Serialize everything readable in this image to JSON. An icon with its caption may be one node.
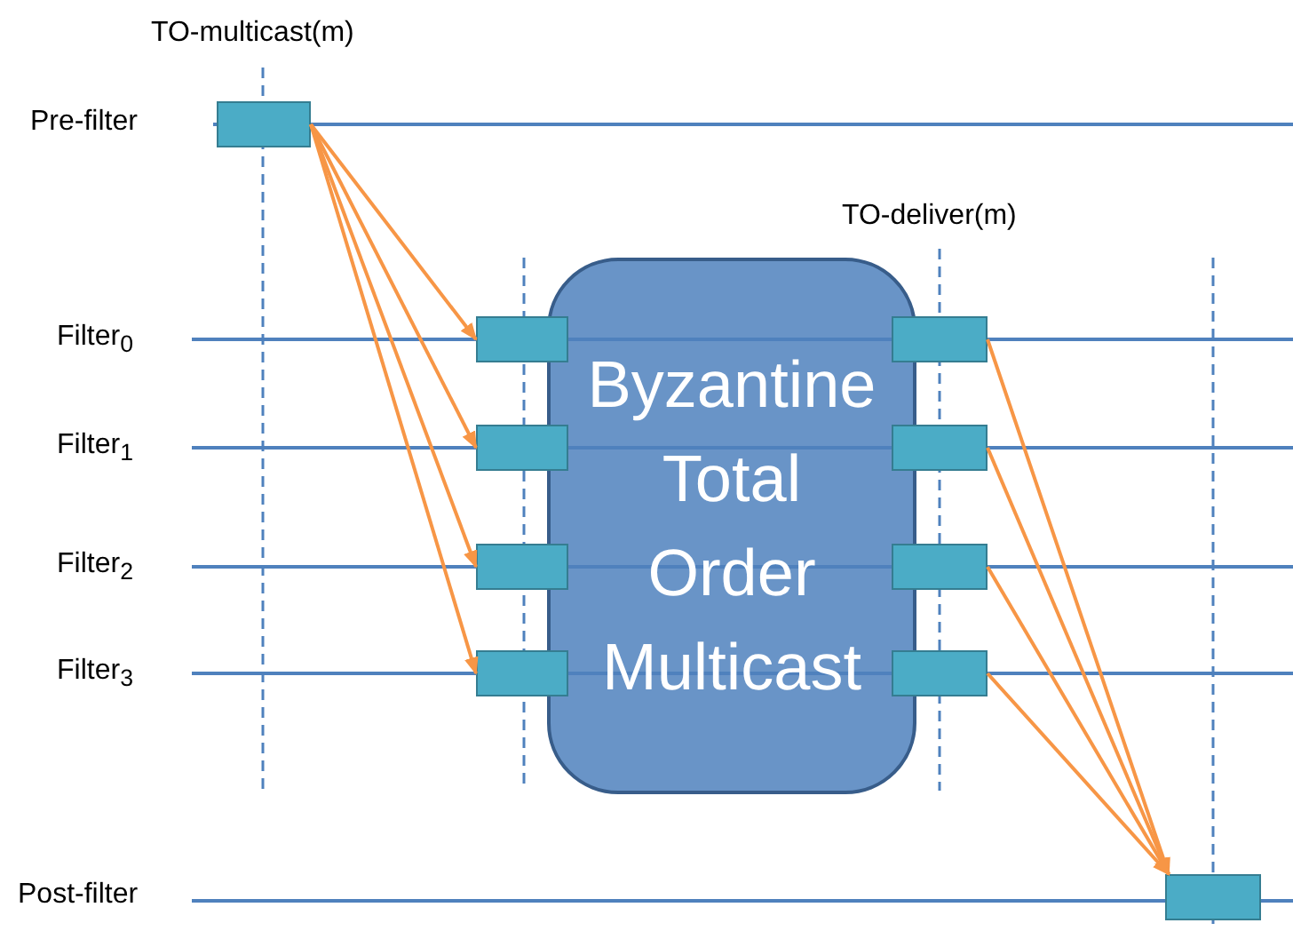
{
  "diagram": {
    "nodes": [
      {
        "text": [],
        "shape": "box"
      },
      {
        "text": [],
        "shape": "box"
      },
      {
        "text": [],
        "shape": "box"
      },
      {
        "text": [],
        "shape": "box"
      },
      {
        "text": [],
        "shape": "box"
      },
      {
        "text": [
          "Byzantine Total Order Multicast"
        ]
      },
      {
        "text": [],
        "shape": "box"
      },
      {
        "text": [],
        "shape": "box"
      },
      {
        "text": [],
        "shape": "box"
      },
      {
        "text": [],
        "shape": "box"
      },
      {
        "text": [],
        "shape": "box"
      }
    ],
    "edges": [
      {
        "from": 0,
        "to": 1,
        "arrow": "to"
      },
      {
        "from": 0,
        "to": 2,
        "arrow": "to"
      },
      {
        "from": 0,
        "to": 3,
        "arrow": "to"
      },
      {
        "from": 0,
        "to": 4,
        "arrow": "to"
      },
      {
        "from": 6,
        "to": 10,
        "arrow": "to"
      },
      {
        "from": 7,
        "to": 10,
        "arrow": "to"
      },
      {
        "from": 8,
        "to": 10,
        "arrow": "to"
      },
      {
        "from": 9,
        "to": 10,
        "arrow": "to"
      }
    ],
    "labels": [
      "TO-multicast(m)",
      "Pre-filter",
      "TO-deliver(m)",
      "Filter$_{0}$",
      "Filter$_{1}$",
      "Filter$_{2}$",
      "Filter$_{3}$",
      "Post-filter"
    ]
  }
}
